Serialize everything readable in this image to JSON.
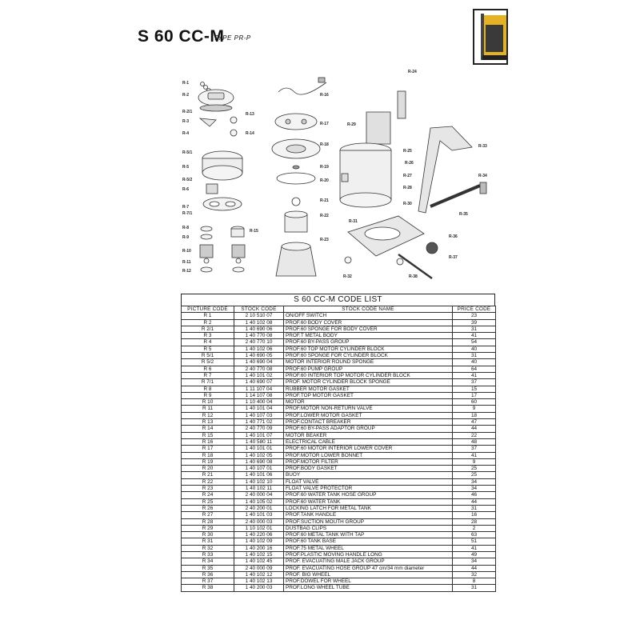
{
  "header": {
    "title": "S 60 CC-M",
    "subtitle": "TYPE PR-P"
  },
  "diagram": {
    "labels": [
      "R-1",
      "R-2",
      "R-2/1",
      "R-3",
      "R-4",
      "R-5/1",
      "R-5",
      "R-5/2",
      "R-6",
      "R-7",
      "R-7/1",
      "R-8",
      "R-9",
      "R-10",
      "R-11",
      "R-12",
      "R-13",
      "R-14",
      "R-15",
      "R-16",
      "R-17",
      "R-18",
      "R-19",
      "R-20",
      "R-21",
      "R-22",
      "R-23",
      "R-24",
      "R-25",
      "R-26",
      "R-27",
      "R-28",
      "R-29",
      "R-30",
      "R-31",
      "R-32",
      "R-33",
      "R-34",
      "R-35",
      "R-36",
      "R-37",
      "R-38"
    ]
  },
  "code_list": {
    "title": "S 60 CC-M CODE LIST",
    "columns": [
      "PICTURE CODE",
      "STOCK CODE",
      "STOCK CODE NAME",
      "PRICE CODE"
    ],
    "rows": [
      [
        "R 1",
        "2 10 510 07",
        "ON/OFF SWITCH",
        "23"
      ],
      [
        "R 2",
        "1 40 102 08",
        "PROF.60 BODY COVER",
        "39"
      ],
      [
        "R 2/1",
        "1 40 690 06",
        "PROF.60 SPONGE FOR BODY COVER",
        "31"
      ],
      [
        "R 3",
        "1 40 770 08",
        "PROF.T METAL BODY",
        "41"
      ],
      [
        "R 4",
        "2 40 770 10",
        "PROF.60 BY-PASS GROUP",
        "54"
      ],
      [
        "R 5",
        "1 40 102 06",
        "PROF.60 TOP MOTOR CYLINDER BLOCK",
        "40"
      ],
      [
        "R 5/1",
        "1 40 690 05",
        "PROF.60 SPONGE FOR CYLINDER BLOCK",
        "31"
      ],
      [
        "R 5/2",
        "1 40 690 04",
        "MOTOR INTERIOR ROUND SPONGE",
        "40"
      ],
      [
        "R 6",
        "2 40 770 08",
        "PROF.60 PUMP GROUP",
        "64"
      ],
      [
        "R 7",
        "1 40 101 02",
        "PROF.60 INTERIOR TOP MOTOR CYLINDER BLOCK",
        "41"
      ],
      [
        "R 7/1",
        "1 40 690 07",
        "PROF. MOTOR CYLINDER BLOCK SPONGE",
        "37"
      ],
      [
        "R 8",
        "1 11 107 04",
        "RUBBER MOTOR GASKET",
        "15"
      ],
      [
        "R 9",
        "1 14 107 08",
        "PROF.TOP MOTOR GASKET",
        "17"
      ],
      [
        "R 10",
        "1 10 400 04",
        "MOTOR",
        "60"
      ],
      [
        "R 11",
        "1 40 101 04",
        "PROF.MOTOR NON-RETURN VALVE",
        "9"
      ],
      [
        "R 12",
        "1 40 107 03",
        "PROF.LOWER MOTOR GASKET",
        "18"
      ],
      [
        "R 13",
        "1 40 771 02",
        "PROF.CONTACT BREAKER",
        "47"
      ],
      [
        "R 14",
        "2 40 770 09",
        "PROF.60 BY-PASS ADAPTOR GROUP",
        "44"
      ],
      [
        "R 15",
        "1 40 101 07",
        "MOTOR BEAKER",
        "22"
      ],
      [
        "R 16",
        "1 40 580 11",
        "ELECTRICAL CABLE",
        "48"
      ],
      [
        "R 17",
        "1 40 101 01",
        "PROF.60 MOTOR INTERIOR LOWER COVER",
        "37"
      ],
      [
        "R 18",
        "1 40 102 05",
        "PROF.MOTOR LOWER BONNET",
        "41"
      ],
      [
        "R 19",
        "1 40 690 08",
        "PROF.MOTOR FILTER",
        "9"
      ],
      [
        "R 20",
        "1 40 107 01",
        "PROF.BODY GASKET",
        "25"
      ],
      [
        "R 21",
        "1 40 101 06",
        "BUOY",
        "25"
      ],
      [
        "R 22",
        "1 40 102 10",
        "FLOAT VALVE",
        "34"
      ],
      [
        "R 23",
        "1 40 102 11",
        "FLOAT VALVE PROTECTOR",
        "34"
      ],
      [
        "R 24",
        "2 40 000 04",
        "PROF.60 WATER TANK HOSE GROUP",
        "46"
      ],
      [
        "R 25",
        "1 40 105 02",
        "PROF.60 WATER TANK",
        "44"
      ],
      [
        "R 26",
        "2 40 200 01",
        "LOCKING LATCH FOR METAL TANK",
        "31"
      ],
      [
        "R 27",
        "1 40 101 03",
        "PROF.TANK HANDLE",
        "16"
      ],
      [
        "R 28",
        "2 40 000 03",
        "PROF.SUCTION MOUTH GROUP",
        "28"
      ],
      [
        "R 29",
        "1 10 102 01",
        "DUSTBAG CLIPS",
        "2"
      ],
      [
        "R 30",
        "1 40 220 06",
        "PROF.60 METAL TANK WITH TAP",
        "63"
      ],
      [
        "R 31",
        "1 40 102 09",
        "PROF.60 TANK BASE",
        "51"
      ],
      [
        "R 32",
        "1 40 200 16",
        "PROF.75 METAL WHEEL",
        "41"
      ],
      [
        "R 33",
        "1 40 102 15",
        "PROF.PLASTIC MOVING HANDLE LONG",
        "49"
      ],
      [
        "R 34",
        "1 40 102 45",
        "PROF. EVACUATING MALE JACK GROUP",
        "34"
      ],
      [
        "R 35",
        "2 40 000 09",
        "PROF. EVACUATING HOSE GROUP 47 cm/34 mm diameter",
        "44"
      ],
      [
        "R 36",
        "1 40 102 12",
        "PROF. BIG WHEEL",
        "32"
      ],
      [
        "R 37",
        "1 40 102 13",
        "PROF.DOWEL FOR WHEEL",
        "8"
      ],
      [
        "R 38",
        "1 40 200 03",
        "PROF.LONG WHEEL TUBE",
        "31"
      ]
    ]
  }
}
